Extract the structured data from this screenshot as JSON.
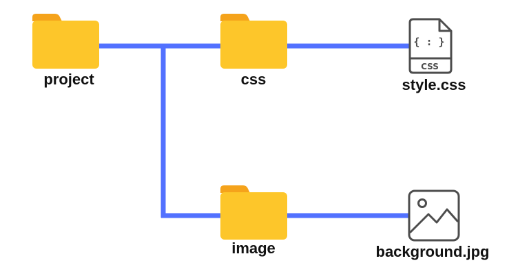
{
  "colors": {
    "connector": "#5271ff",
    "folder_body": "#fdc62a",
    "folder_tab": "#f5a31b",
    "file_icon_stroke": "#4d4d4d",
    "label_text": "#111111"
  },
  "nodes": {
    "project": {
      "label": "project",
      "icon": "folder-icon"
    },
    "css": {
      "label": "css",
      "icon": "folder-icon"
    },
    "image": {
      "label": "image",
      "icon": "folder-icon"
    },
    "style_css": {
      "label": "style.css",
      "icon": "css-file-icon",
      "icon_text": "{ : }",
      "badge_text": "CSS"
    },
    "background_jpg": {
      "label": "background.jpg",
      "icon": "image-file-icon"
    }
  }
}
